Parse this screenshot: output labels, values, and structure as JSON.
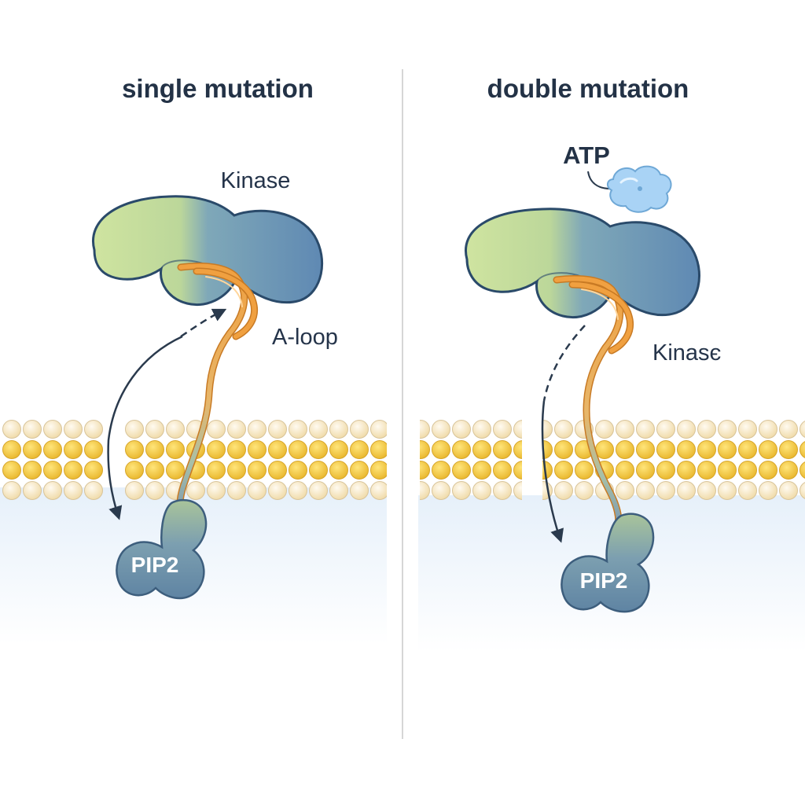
{
  "panels": [
    {
      "title": "single mutation",
      "kinase_label": "Kinase",
      "loop_label": "A-loop",
      "pip_label": "PIP2"
    },
    {
      "title": "double mutation",
      "atp_label": "ATP",
      "kinase_label": "Kinasє",
      "pip_label": "PIP2"
    }
  ],
  "colors": {
    "kinase_green": "#c6dd98",
    "kinase_blue": "#6d93b8",
    "kinase_outline": "#2a4a6a",
    "a_loop": "#f0a040",
    "lipid_head": "#f7e3b2",
    "lipid_tail": "#f5cc3a",
    "pip2": "#6f93ad",
    "atp": "#a9d3f5",
    "cytoplasm": "#e9f2fb",
    "arrow": "#2a3a4d",
    "divider": "#c9c9c9"
  },
  "icons": [
    "atp-molecule-icon"
  ]
}
